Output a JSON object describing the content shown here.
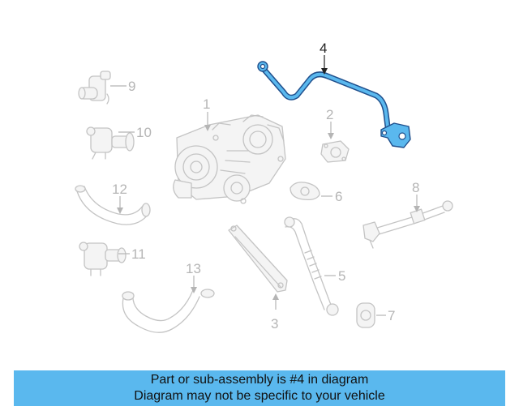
{
  "diagram": {
    "highlighted_part": "4",
    "callouts": {
      "c1": "1",
      "c2": "2",
      "c3": "3",
      "c4": "4",
      "c5": "5",
      "c6": "6",
      "c7": "7",
      "c8": "8",
      "c9": "9",
      "c10": "10",
      "c11": "11",
      "c12": "12",
      "c13": "13"
    }
  },
  "banner": {
    "line1": "Part or sub-assembly is #4 in diagram",
    "line2": "Diagram may not be specific to your vehicle"
  },
  "colors": {
    "highlight_fill": "#5ab8ee",
    "highlight_outline": "#1f4f8c",
    "banner_background": "#5ab8ee",
    "ghost_lines": "#c4c4c4"
  }
}
